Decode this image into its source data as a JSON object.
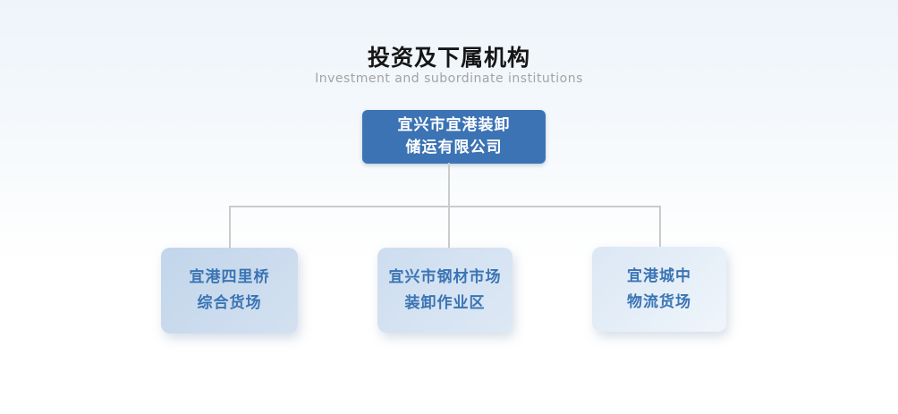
{
  "page": {
    "title": "投资及下属机构",
    "subtitle": "Investment and subordinate institutions"
  },
  "org_chart": {
    "root": {
      "line1": "宜兴市宜港装卸",
      "line2": "储运有限公司"
    },
    "children": [
      {
        "line1": "宜港四里桥",
        "line2": "综合货场"
      },
      {
        "line1": "宜兴市钢材市场",
        "line2": "装卸作业区"
      },
      {
        "line1": "宜港城中",
        "line2": "物流货场"
      }
    ]
  },
  "colors": {
    "background_top": "#eef4fa",
    "background_bottom": "#ffffff",
    "root_box_bg": "#3c73b4",
    "root_box_text": "#ffffff",
    "child_box_text": "#3a74b4",
    "child_box_1_bg": "#c6d7eb",
    "child_box_2_bg": "#d2e0f0",
    "child_box_3_bg": "#dfe9f4",
    "connector_line": "#cbcbcb",
    "title_text": "#161616",
    "subtitle_text": "#a3a3a3"
  }
}
